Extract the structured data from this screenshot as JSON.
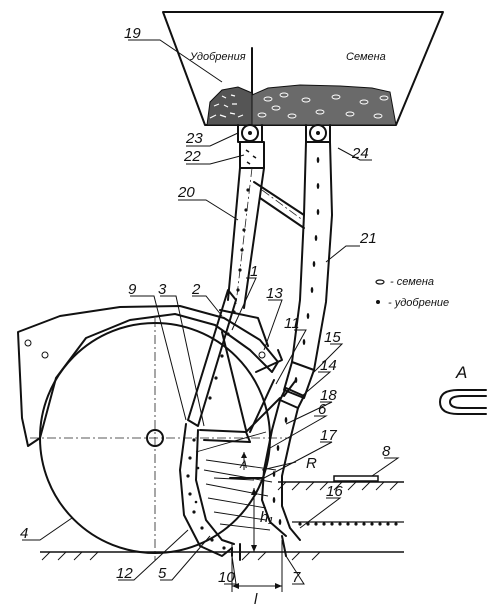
{
  "labels": {
    "fertilizer": "Удобрения",
    "seeds": "Семена",
    "legend_seeds": "- семена",
    "legend_fertilizer": "- удобрение",
    "view": "A",
    "radius": "R",
    "depth": "h₁",
    "length": "l",
    "small_a": "A"
  },
  "callouts": [
    {
      "text": "19"
    },
    {
      "text": "23"
    },
    {
      "text": "22"
    },
    {
      "text": "24"
    },
    {
      "text": "20"
    },
    {
      "text": "21"
    },
    {
      "text": "1"
    },
    {
      "text": "9"
    },
    {
      "text": "3"
    },
    {
      "text": "2"
    },
    {
      "text": "13"
    },
    {
      "text": "11"
    },
    {
      "text": "15"
    },
    {
      "text": "14"
    },
    {
      "text": "18"
    },
    {
      "text": "6"
    },
    {
      "text": "17"
    },
    {
      "text": "8"
    },
    {
      "text": "16"
    },
    {
      "text": "4"
    },
    {
      "text": "12"
    },
    {
      "text": "5"
    },
    {
      "text": "10"
    },
    {
      "text": "7"
    }
  ]
}
